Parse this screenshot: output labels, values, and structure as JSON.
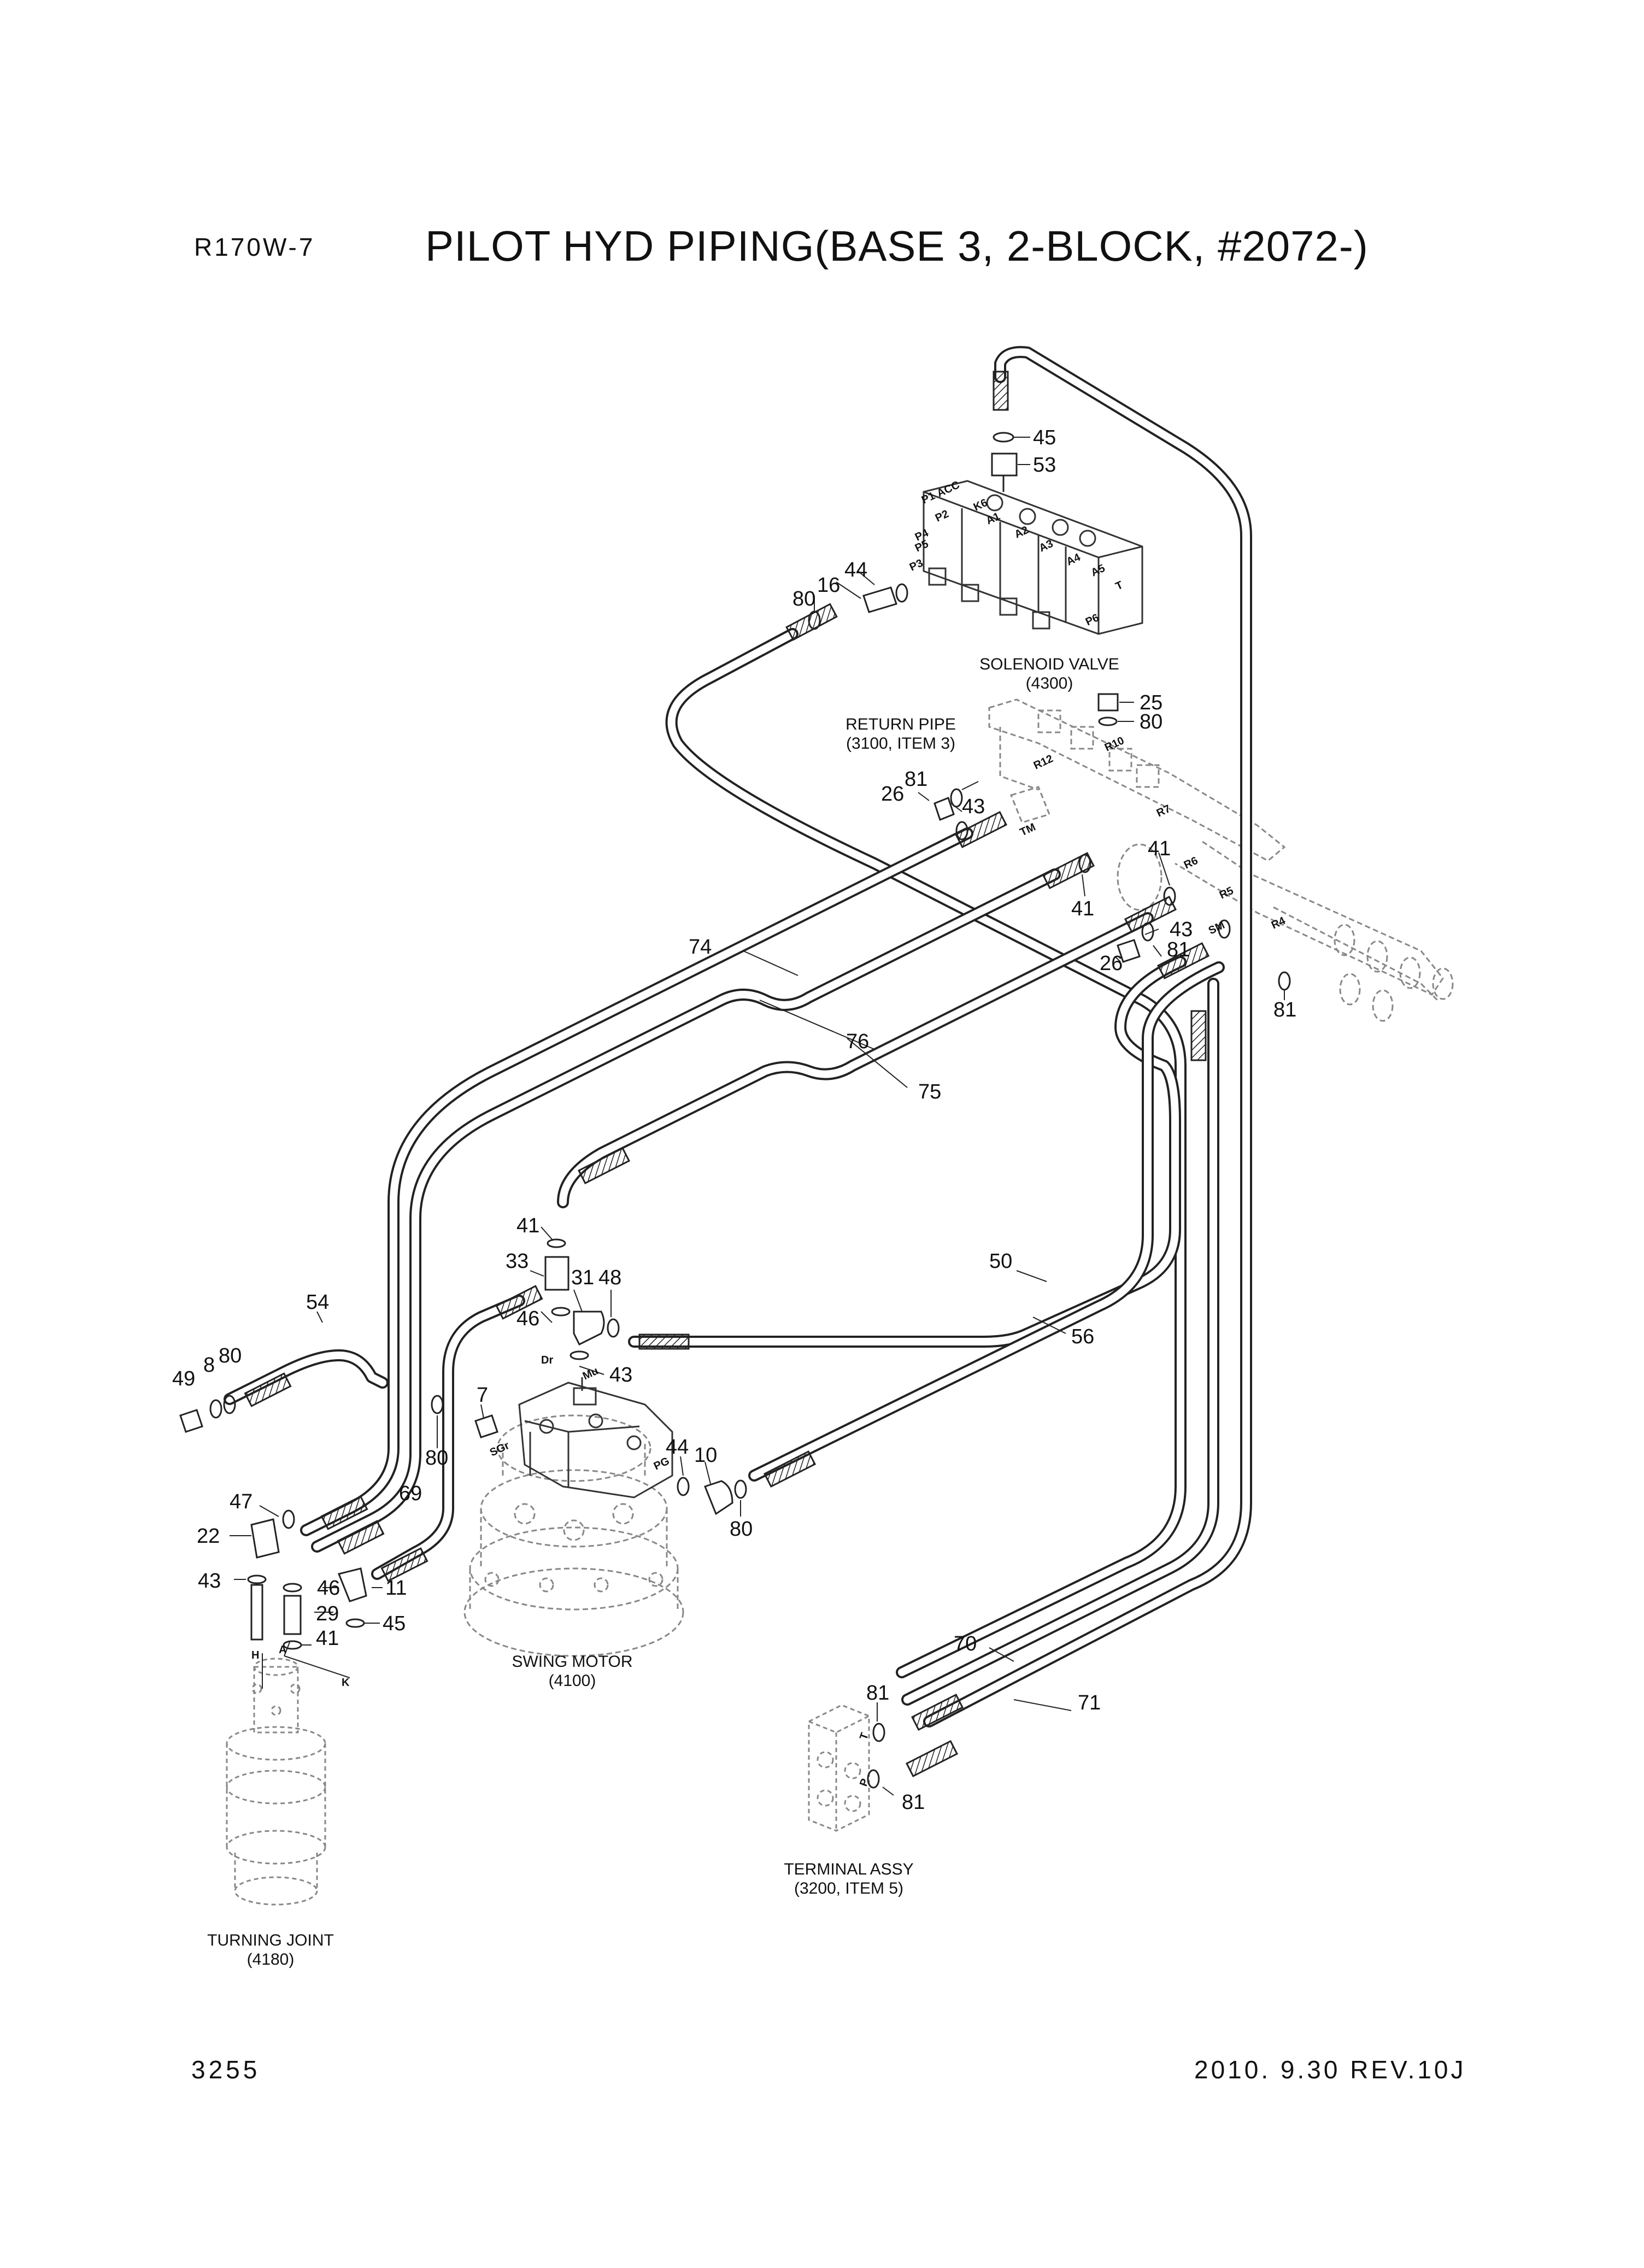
{
  "header": {
    "model": "R170W-7",
    "title": "PILOT HYD PIPING(BASE 3, 2-BLOCK, #2072-)"
  },
  "footer": {
    "page": "3255",
    "revision": "2010.  9.30 REV.10J"
  },
  "components": {
    "solenoid_valve": [
      "SOLENOID VALVE",
      "(4300)"
    ],
    "return_pipe": [
      "RETURN PIPE",
      "(3100, ITEM 3)"
    ],
    "swing_motor": [
      "SWING MOTOR",
      "(4100)"
    ],
    "terminal_assy": [
      "TERMINAL ASSY",
      "(3200, ITEM 5)"
    ],
    "turning_joint": [
      "TURNING JOINT",
      "(4180)"
    ]
  },
  "port_labels": {
    "solenoid": [
      "P1",
      "ACC",
      "K6",
      "A1",
      "P2",
      "A2",
      "P4",
      "P5",
      "A3",
      "P3",
      "A4",
      "A5",
      "T",
      "P6"
    ],
    "return": [
      "R12",
      "R10",
      "TM",
      "R7",
      "R6",
      "R5",
      "SM",
      "R4"
    ],
    "swing": [
      "Dr",
      "Mu",
      "SGr",
      "PG"
    ],
    "joint": [
      "H",
      "A",
      "K"
    ],
    "terminal": [
      "T",
      "P"
    ]
  },
  "callouts": {
    "c45a": "45",
    "c53": "53",
    "c44a": "44",
    "c16": "16",
    "c80a": "80",
    "c25": "25",
    "c80b": "80",
    "c81a": "81",
    "c26a": "26",
    "c43a": "43",
    "c41a": "41",
    "c41b": "41",
    "c43b": "43",
    "c81b": "81",
    "c26b": "26",
    "c81c": "81",
    "c74": "74",
    "c76": "76",
    "c75": "75",
    "c41c": "41",
    "c33": "33",
    "c31": "31",
    "c48": "48",
    "c46a": "46",
    "c43c": "43",
    "c50": "50",
    "c56": "56",
    "c54": "54",
    "c49": "49",
    "c8": "8",
    "c80c": "80",
    "c7": "7",
    "c80d": "80",
    "c44b": "44",
    "c10": "10",
    "c80e": "80",
    "c47": "47",
    "c69": "69",
    "c22": "22",
    "c43d": "43",
    "c46b": "46",
    "c11": "11",
    "c29": "29",
    "c45b": "45",
    "c41d": "41",
    "c70": "70",
    "c71": "71",
    "c81d": "81",
    "c81e": "81"
  }
}
